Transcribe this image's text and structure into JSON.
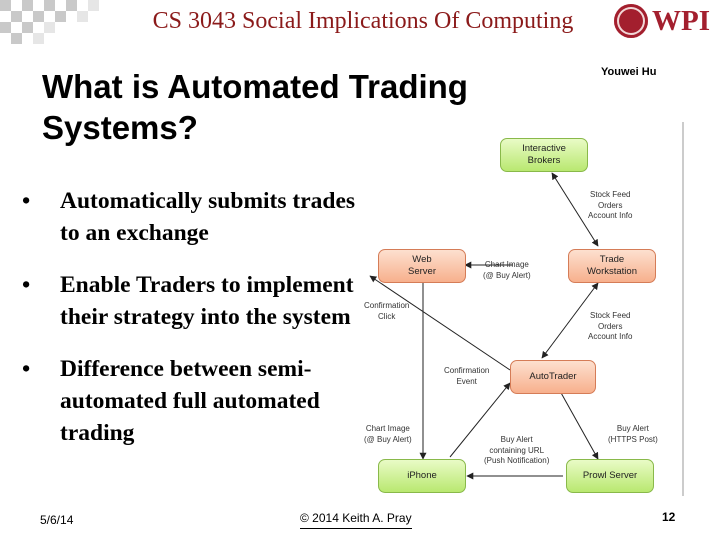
{
  "header": {
    "course_title": "CS 3043 Social Implications Of Computing",
    "logo_text": "WPI"
  },
  "author": "Youwei Hu",
  "title": "What is Automated Trading Systems?",
  "bullets": [
    {
      "marker": "•",
      "text": "Automatically submits trades to an exchange"
    },
    {
      "marker": "•",
      "text": "Enable Traders to implement their strategy into the system"
    },
    {
      "marker": "•",
      "text": "Difference between semi-automated full automated trading"
    }
  ],
  "diagram": {
    "nodes": {
      "interactive_brokers": "Interactive\nBrokers",
      "web_server": "Web\nServer",
      "trade_workstation": "Trade\nWorkstation",
      "autotrader": "AutoTrader",
      "iphone": "iPhone",
      "prowl_server": "Prowl Server"
    },
    "edge_labels": {
      "stock_feed_top": "Stock Feed\nOrders\nAccount Info",
      "chart_image_top": "Chart Image\n(@ Buy Alert)",
      "confirmation_click": "Confirmation\nClick",
      "stock_feed_mid": "Stock Feed\nOrders\nAccount Info",
      "confirmation_event": "Confirmation\nEvent",
      "chart_image_bottom": "Chart Image\n(@ Buy Alert)",
      "buy_alert_push": "Buy Alert\ncontaining URL\n(Push Notification)",
      "buy_alert_https": "Buy Alert\n(HTTPS Post)"
    },
    "colors": {
      "green_box": "#c6ef8a",
      "orange_box": "#f9b896",
      "arrow": "#222222"
    }
  },
  "footer": {
    "date": "5/6/14",
    "copyright": "© 2014 Keith A. Pray",
    "page": "12"
  }
}
